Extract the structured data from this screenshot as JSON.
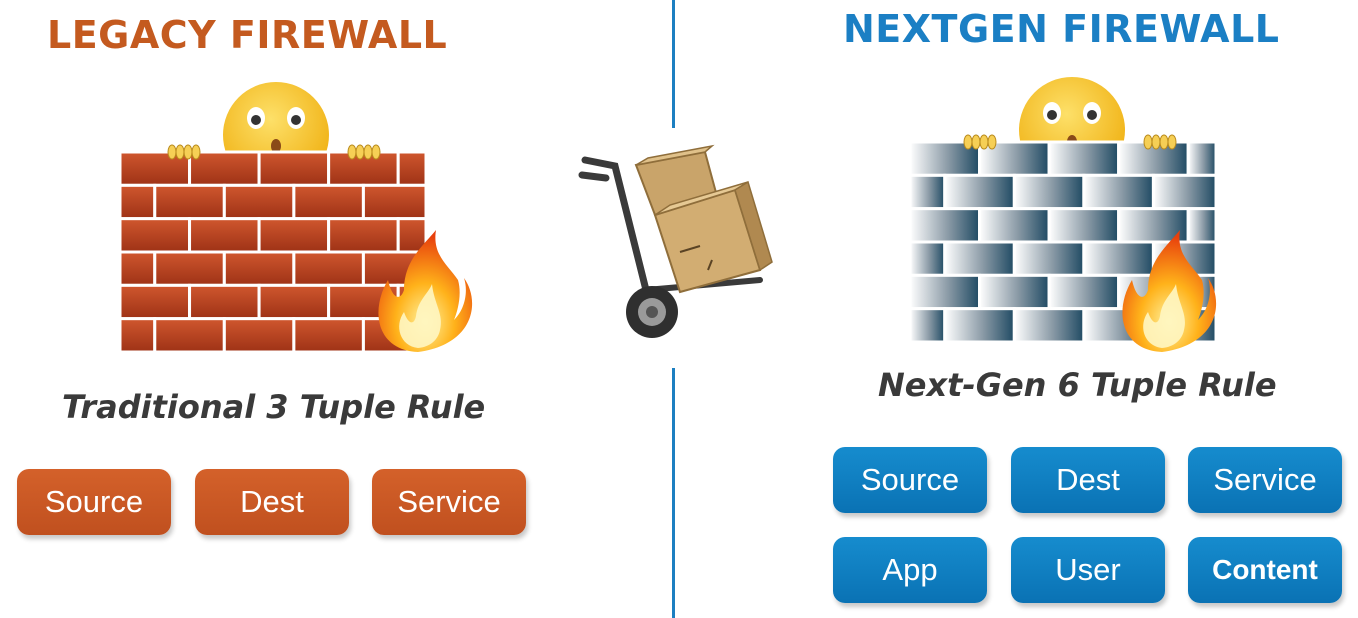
{
  "legacy": {
    "title": "LEGACY FIREWALL",
    "title_color": "#c45a1f",
    "rule_label": "Traditional 3 Tuple Rule",
    "tuples": [
      "Source",
      "Dest",
      "Service"
    ],
    "pill_color": "#c8561f"
  },
  "nextgen": {
    "title": "NEXTGEN FIREWALL",
    "title_color": "#1b7fc4",
    "rule_label": "Next-Gen 6 Tuple Rule",
    "tuples": [
      "Source",
      "Dest",
      "Service",
      "App",
      "User",
      "Content"
    ],
    "pill_color": "#0f7fc0"
  },
  "icons": [
    "brick-wall-icon",
    "emoji-face-icon",
    "flame-icon",
    "hand-truck-with-boxes-icon",
    "steel-wall-icon"
  ]
}
